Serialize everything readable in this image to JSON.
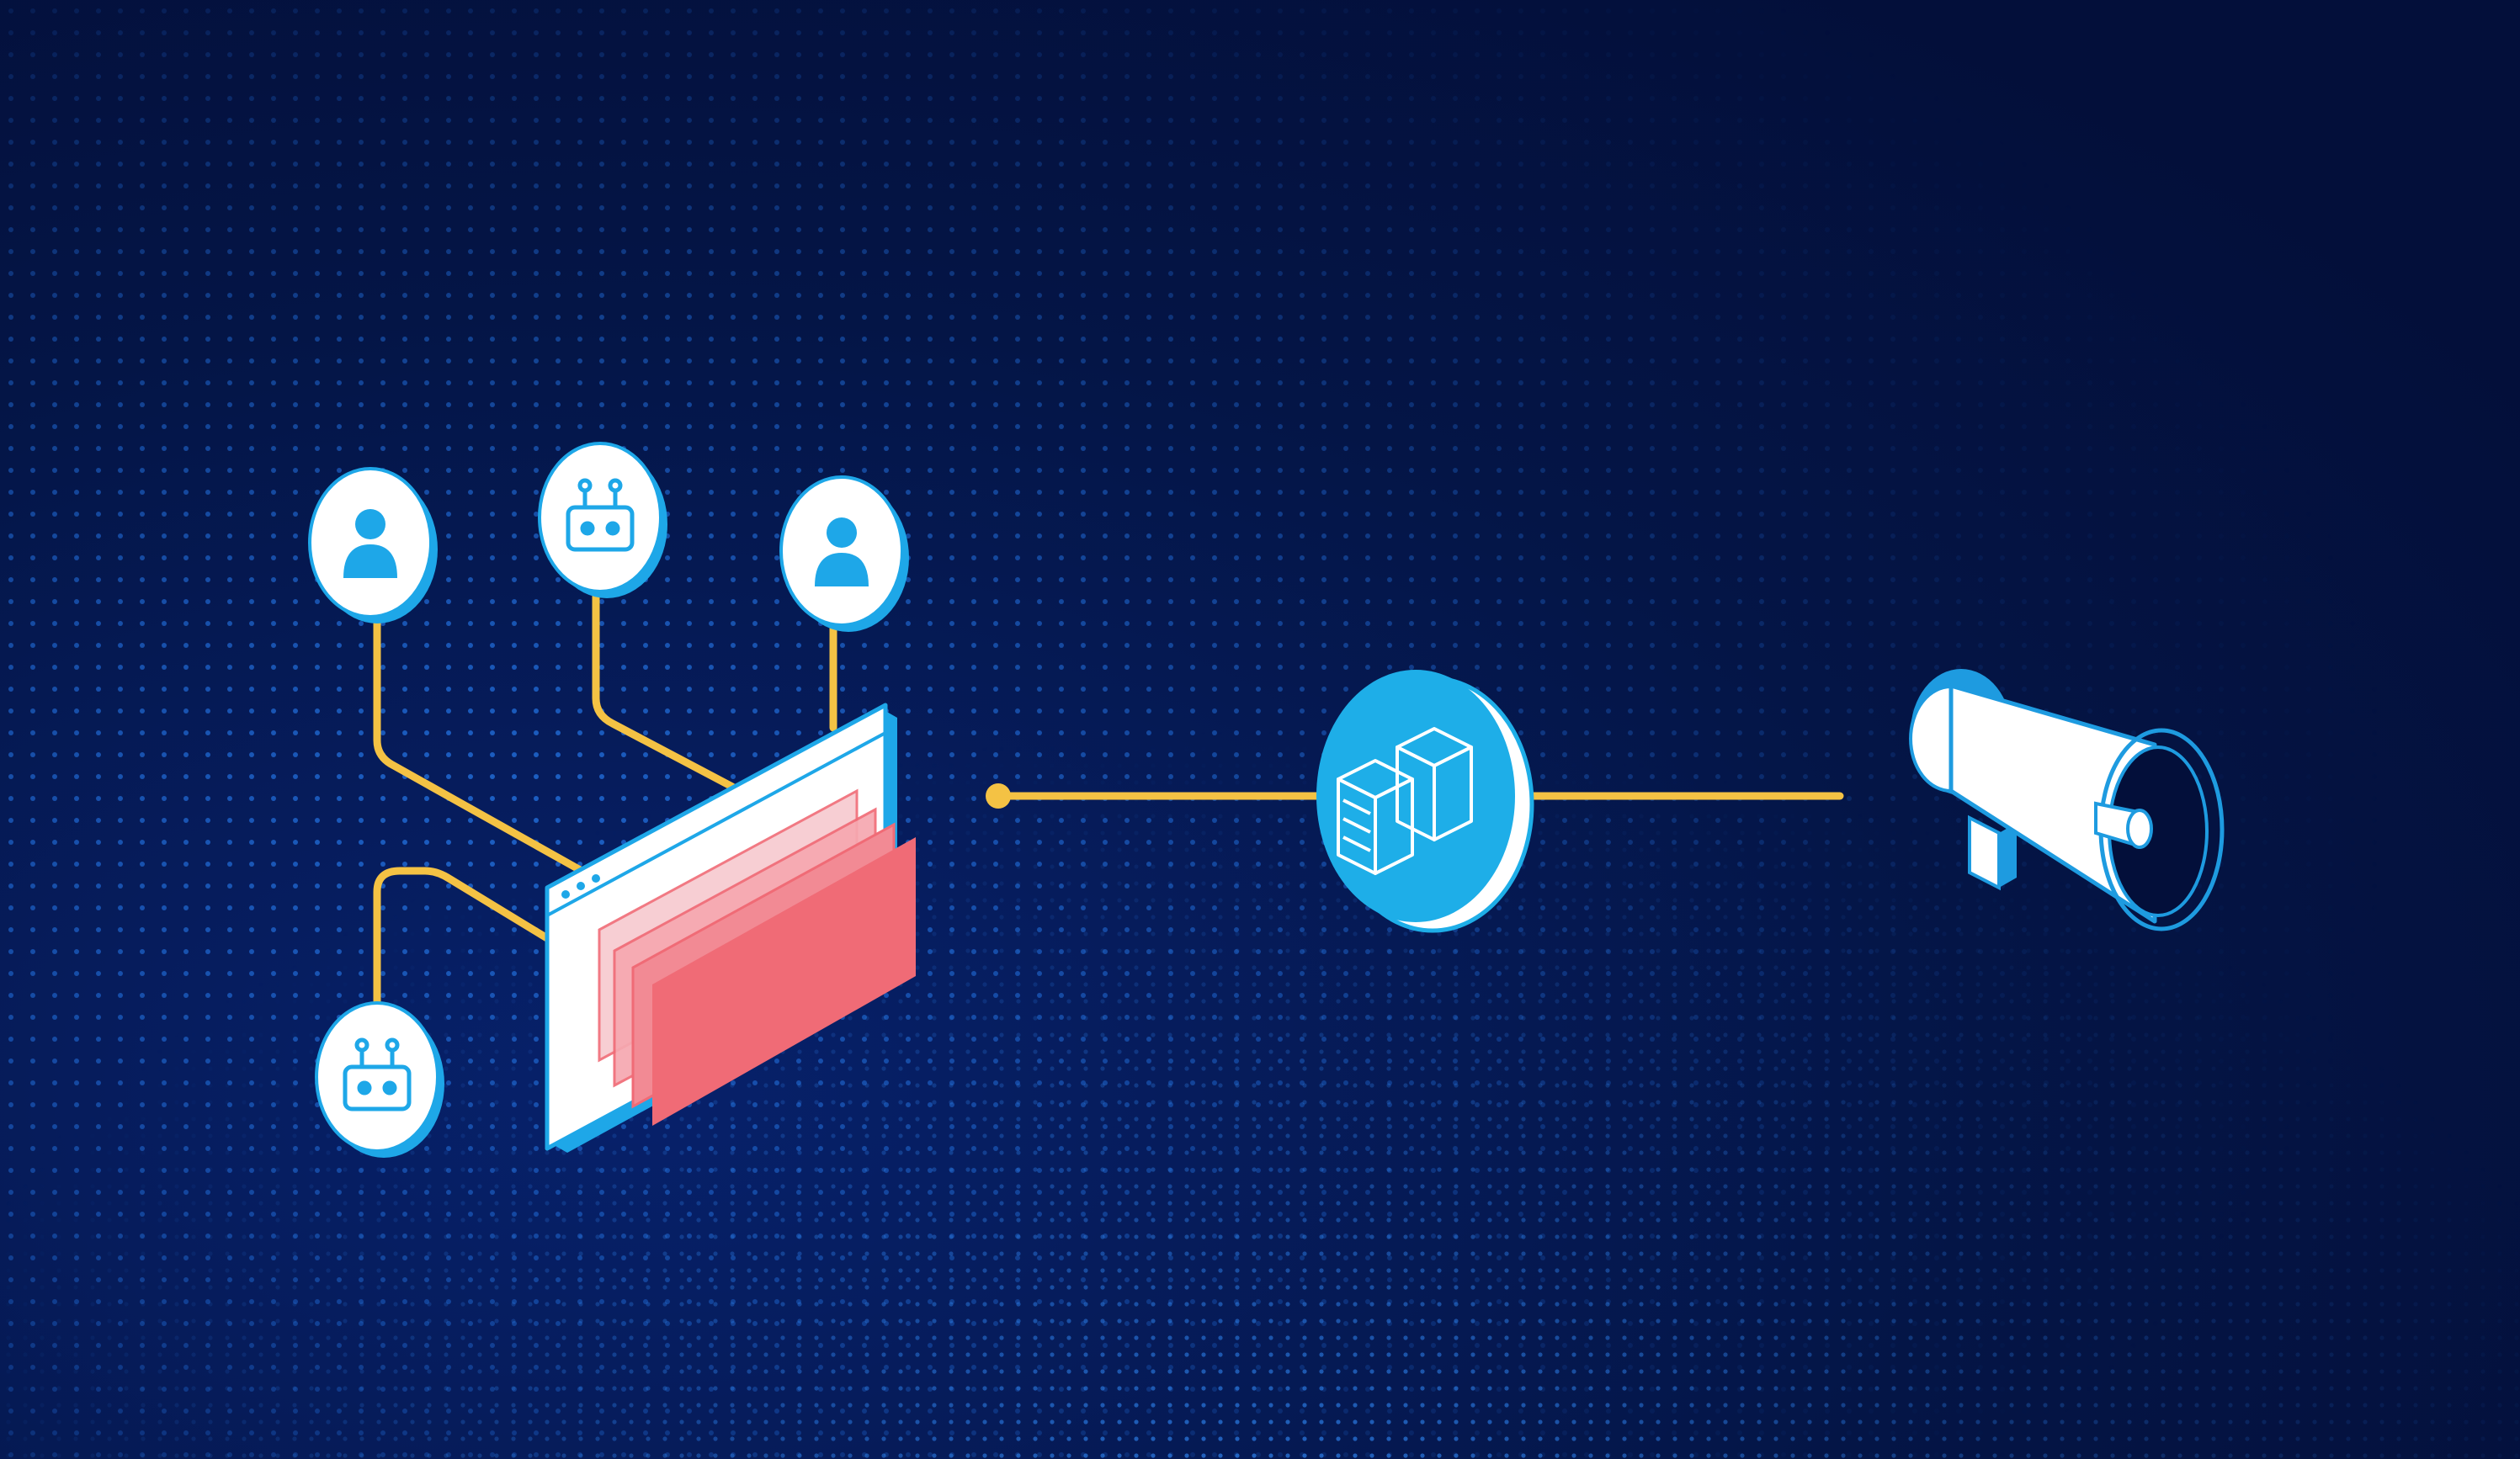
{
  "scene": {
    "background": "#030f3a",
    "dot_color": "#1e63c9",
    "connector_color": "#f4c244",
    "node_face_color": "#ffffff",
    "node_outline_color": "#1ea7e8",
    "window_accent_color": "#f06b76",
    "database_node_color": "#1eaee8",
    "megaphone_color": "#1e9be0"
  },
  "sources": [
    {
      "kind": "user",
      "icon": "person-icon"
    },
    {
      "kind": "bot",
      "icon": "robot-icon"
    },
    {
      "kind": "user",
      "icon": "person-icon"
    },
    {
      "kind": "bot",
      "icon": "robot-icon"
    }
  ],
  "flow": [
    {
      "step": "web-window",
      "icon": "browser-window-icon"
    },
    {
      "step": "database",
      "icon": "server-stack-icon"
    },
    {
      "step": "announcement",
      "icon": "megaphone-icon"
    }
  ]
}
